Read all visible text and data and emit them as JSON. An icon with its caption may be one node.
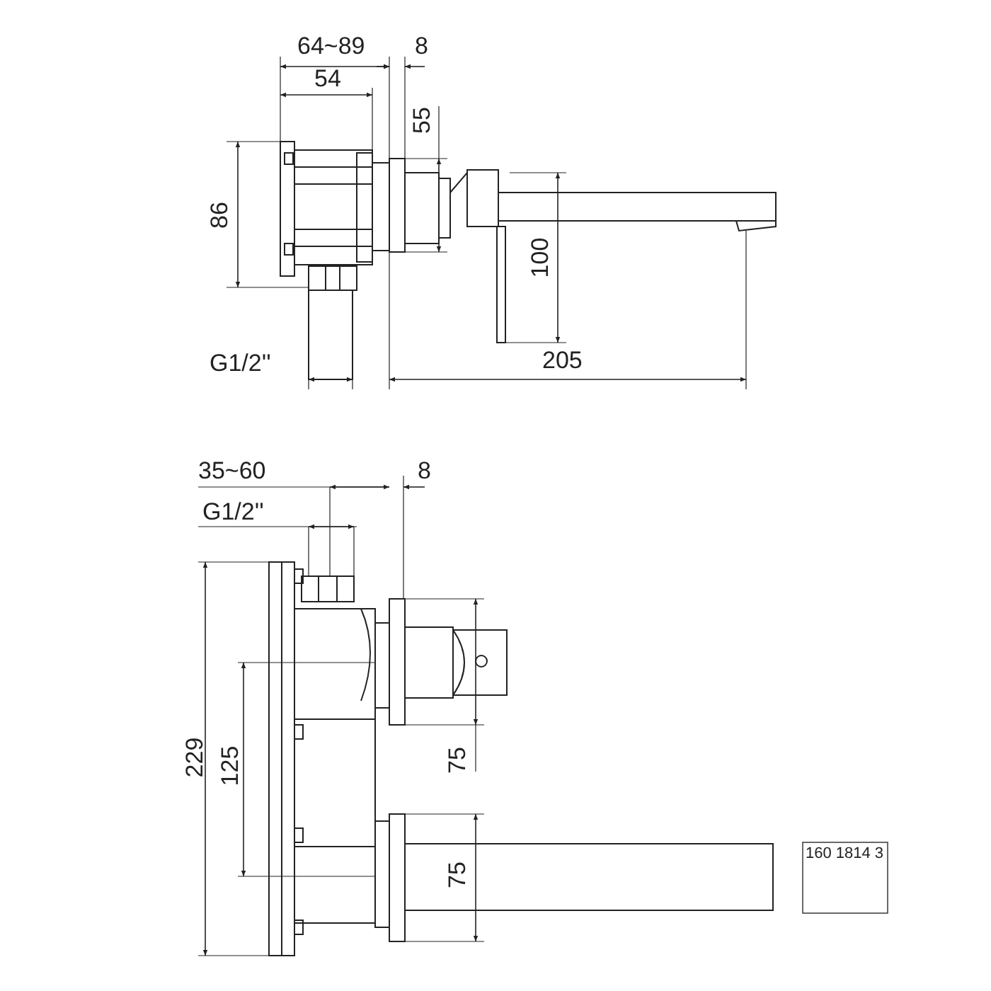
{
  "diagram": {
    "labels": [
      "64~89",
      "8",
      "54",
      "55",
      "86",
      "100",
      "G1/2''",
      "205",
      "35~60",
      "8",
      "G1/2''",
      "229",
      "125",
      "75",
      "75",
      "160 1814 3"
    ]
  }
}
